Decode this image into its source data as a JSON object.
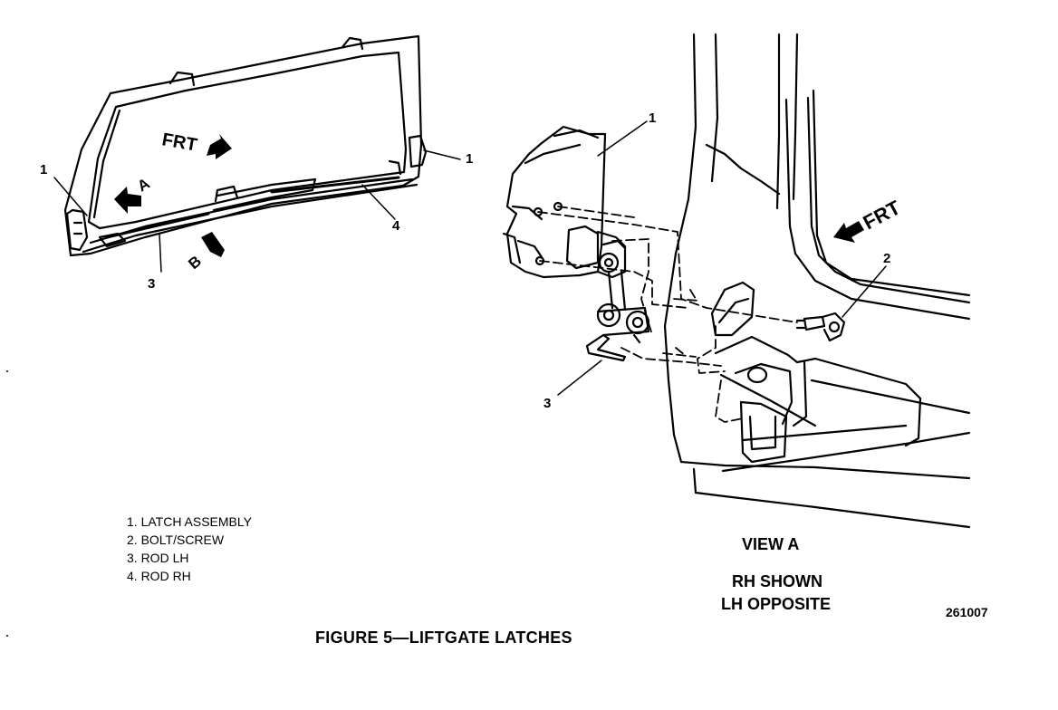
{
  "callouts": {
    "left_1a": "1",
    "left_1b": "1",
    "left_3": "3",
    "left_4": "4",
    "right_1": "1",
    "right_2": "2",
    "right_3": "3"
  },
  "direction_labels": {
    "frt_left": "FRT",
    "frt_right": "FRT",
    "view_a": "A",
    "view_b": "B"
  },
  "legend": [
    "1. LATCH ASSEMBLY",
    "2. BOLT/SCREW",
    "3. ROD LH",
    "4. ROD RH"
  ],
  "view_title": "VIEW A",
  "note_line1": "RH SHOWN",
  "note_line2": "LH OPPOSITE",
  "figure_number": "261007",
  "caption": "FIGURE 5—LIFTGATE LATCHES"
}
